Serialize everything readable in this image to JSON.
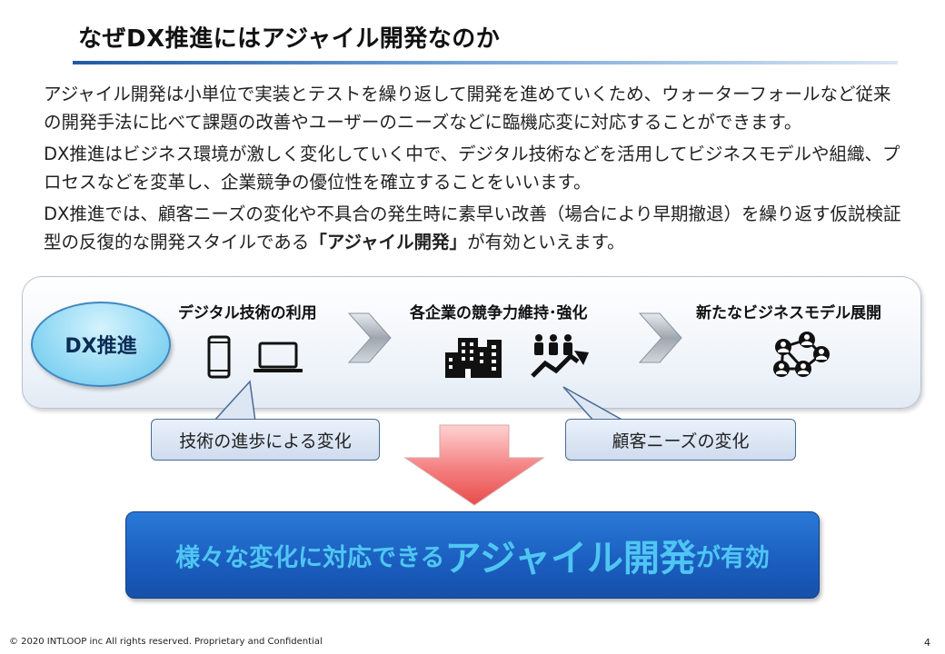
{
  "slide": {
    "title": "なぜDX推進にはアジャイル開発なのか",
    "paragraphs": [
      {
        "text": "アジャイル開発は小単位で実装とテストを繰り返して開発を進めていくため、ウォーターフォールなど従来の開発手法に比べて課題の改善やユーザーのニーズなどに臨機応変に対応することができます。"
      },
      {
        "text": "DX推進はビジネス環境が激しく変化していく中で、デジタル技術などを活用してビジネスモデルや組織、プロセスなどを変革し、企業競争の優位性を確立することをいいます。"
      },
      {
        "pre": "DX推進では、顧客ニーズの変化や不具合の発生時に素早い改善（場合により早期撤退）を繰り返す仮説検証型の反復的な開発スタイルである",
        "bold": "「アジャイル開発」",
        "post": "が有効といえます。"
      }
    ],
    "diagram": {
      "start_label": "DX推進",
      "steps": [
        {
          "label": "デジタル技術の利用",
          "icons": [
            "smartphone-icon",
            "laptop-icon"
          ]
        },
        {
          "label": "各企業の競争力維持･強化",
          "icons": [
            "buildings-icon",
            "growth-people-icon"
          ]
        },
        {
          "label": "新たなビジネスモデル展開",
          "icons": [
            "network-people-icon"
          ]
        }
      ],
      "callouts": [
        "技術の進歩による変化",
        "顧客ニーズの変化"
      ]
    },
    "result": {
      "part1": "様々な変化に対応できる",
      "part2": "アジャイル開発",
      "part3": "が有効"
    },
    "footer": "© 2020 INTLOOP inc All rights reserved.   Proprietary and Confidential",
    "page_number": "4",
    "colors": {
      "accent_blue": "#1f5aa8",
      "result_text": "#4fc6f2",
      "arrow_red": "#ef6a6a",
      "ellipse_cyan": "#8bd6f3"
    }
  }
}
